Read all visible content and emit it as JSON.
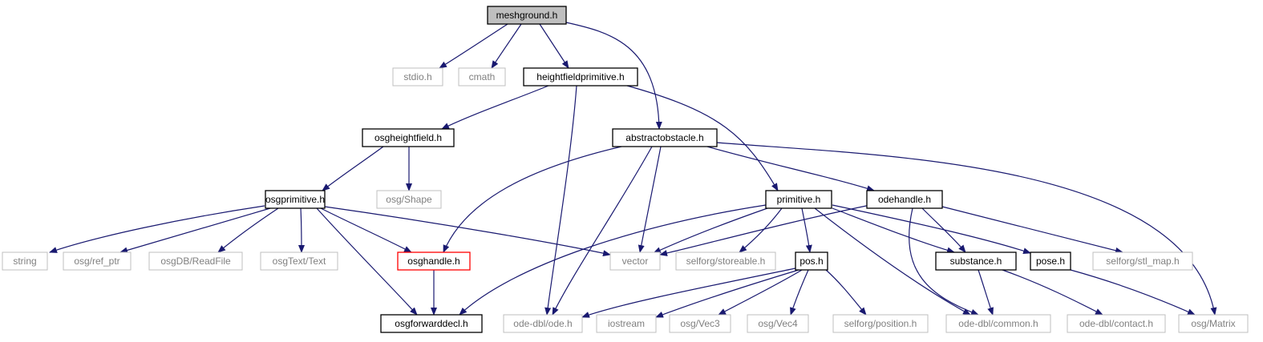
{
  "diagram": {
    "nodes": [
      {
        "id": "meshground",
        "label": "meshground.h",
        "style": "root"
      },
      {
        "id": "stdio",
        "label": "stdio.h",
        "style": "external"
      },
      {
        "id": "cmath",
        "label": "cmath",
        "style": "external"
      },
      {
        "id": "heightfieldprimitive",
        "label": "heightfieldprimitive.h",
        "style": "documented"
      },
      {
        "id": "osgheightfield",
        "label": "osgheightfield.h",
        "style": "documented"
      },
      {
        "id": "abstractobstacle",
        "label": "abstractobstacle.h",
        "style": "documented"
      },
      {
        "id": "osgprimitive",
        "label": "osgprimitive.h",
        "style": "documented"
      },
      {
        "id": "osgshape",
        "label": "osg/Shape",
        "style": "external"
      },
      {
        "id": "primitive",
        "label": "primitive.h",
        "style": "documented"
      },
      {
        "id": "odehandle",
        "label": "odehandle.h",
        "style": "documented"
      },
      {
        "id": "string",
        "label": "string",
        "style": "external"
      },
      {
        "id": "osgrefptr",
        "label": "osg/ref_ptr",
        "style": "external"
      },
      {
        "id": "readfile",
        "label": "osgDB/ReadFile",
        "style": "external"
      },
      {
        "id": "osgtext",
        "label": "osgText/Text",
        "style": "external"
      },
      {
        "id": "osghandle",
        "label": "osghandle.h",
        "style": "truncated"
      },
      {
        "id": "vector",
        "label": "vector",
        "style": "external"
      },
      {
        "id": "storeable",
        "label": "selforg/storeable.h",
        "style": "external"
      },
      {
        "id": "pos",
        "label": "pos.h",
        "style": "documented"
      },
      {
        "id": "substance",
        "label": "substance.h",
        "style": "documented"
      },
      {
        "id": "pose",
        "label": "pose.h",
        "style": "documented"
      },
      {
        "id": "stlmap",
        "label": "selforg/stl_map.h",
        "style": "external"
      },
      {
        "id": "osgforwarddecl",
        "label": "osgforwarddecl.h",
        "style": "documented"
      },
      {
        "id": "odeode",
        "label": "ode-dbl/ode.h",
        "style": "external"
      },
      {
        "id": "iostream",
        "label": "iostream",
        "style": "external"
      },
      {
        "id": "osgvec3",
        "label": "osg/Vec3",
        "style": "external"
      },
      {
        "id": "osgvec4",
        "label": "osg/Vec4",
        "style": "external"
      },
      {
        "id": "position",
        "label": "selforg/position.h",
        "style": "external"
      },
      {
        "id": "odecommon",
        "label": "ode-dbl/common.h",
        "style": "external"
      },
      {
        "id": "odecontact",
        "label": "ode-dbl/contact.h",
        "style": "external"
      },
      {
        "id": "osgmatrix",
        "label": "osg/Matrix",
        "style": "external"
      }
    ],
    "edges": [
      [
        "meshground",
        "stdio"
      ],
      [
        "meshground",
        "cmath"
      ],
      [
        "meshground",
        "heightfieldprimitive"
      ],
      [
        "meshground",
        "abstractobstacle"
      ],
      [
        "heightfieldprimitive",
        "osgheightfield"
      ],
      [
        "heightfieldprimitive",
        "odeode"
      ],
      [
        "heightfieldprimitive",
        "primitive"
      ],
      [
        "osgheightfield",
        "osgprimitive"
      ],
      [
        "osgheightfield",
        "osgshape"
      ],
      [
        "abstractobstacle",
        "osghandle"
      ],
      [
        "abstractobstacle",
        "odeode"
      ],
      [
        "abstractobstacle",
        "vector"
      ],
      [
        "abstractobstacle",
        "odehandle"
      ],
      [
        "abstractobstacle",
        "osgmatrix"
      ],
      [
        "osgprimitive",
        "string"
      ],
      [
        "osgprimitive",
        "osgrefptr"
      ],
      [
        "osgprimitive",
        "readfile"
      ],
      [
        "osgprimitive",
        "osgtext"
      ],
      [
        "osgprimitive",
        "osghandle"
      ],
      [
        "osgprimitive",
        "osgforwarddecl"
      ],
      [
        "osgprimitive",
        "vector"
      ],
      [
        "osghandle",
        "osgforwarddecl"
      ],
      [
        "primitive",
        "osgforwarddecl"
      ],
      [
        "primitive",
        "vector"
      ],
      [
        "primitive",
        "storeable"
      ],
      [
        "primitive",
        "pos"
      ],
      [
        "primitive",
        "odecommon"
      ],
      [
        "primitive",
        "substance"
      ],
      [
        "primitive",
        "pose"
      ],
      [
        "odehandle",
        "vector"
      ],
      [
        "odehandle",
        "odecommon"
      ],
      [
        "odehandle",
        "substance"
      ],
      [
        "odehandle",
        "stlmap"
      ],
      [
        "pos",
        "odeode"
      ],
      [
        "pos",
        "iostream"
      ],
      [
        "pos",
        "osgvec3"
      ],
      [
        "pos",
        "osgvec4"
      ],
      [
        "pos",
        "position"
      ],
      [
        "substance",
        "odecommon"
      ],
      [
        "substance",
        "odecontact"
      ],
      [
        "pose",
        "osgmatrix"
      ]
    ],
    "colors": {
      "edge": "#191970",
      "documented_border": "#000000",
      "external_border": "#bfbfbf",
      "truncated_border": "#ff0000",
      "root_fill": "#bfbfbf",
      "node_fill": "#ffffff",
      "documented_text": "#000000",
      "external_text": "#808080"
    }
  }
}
